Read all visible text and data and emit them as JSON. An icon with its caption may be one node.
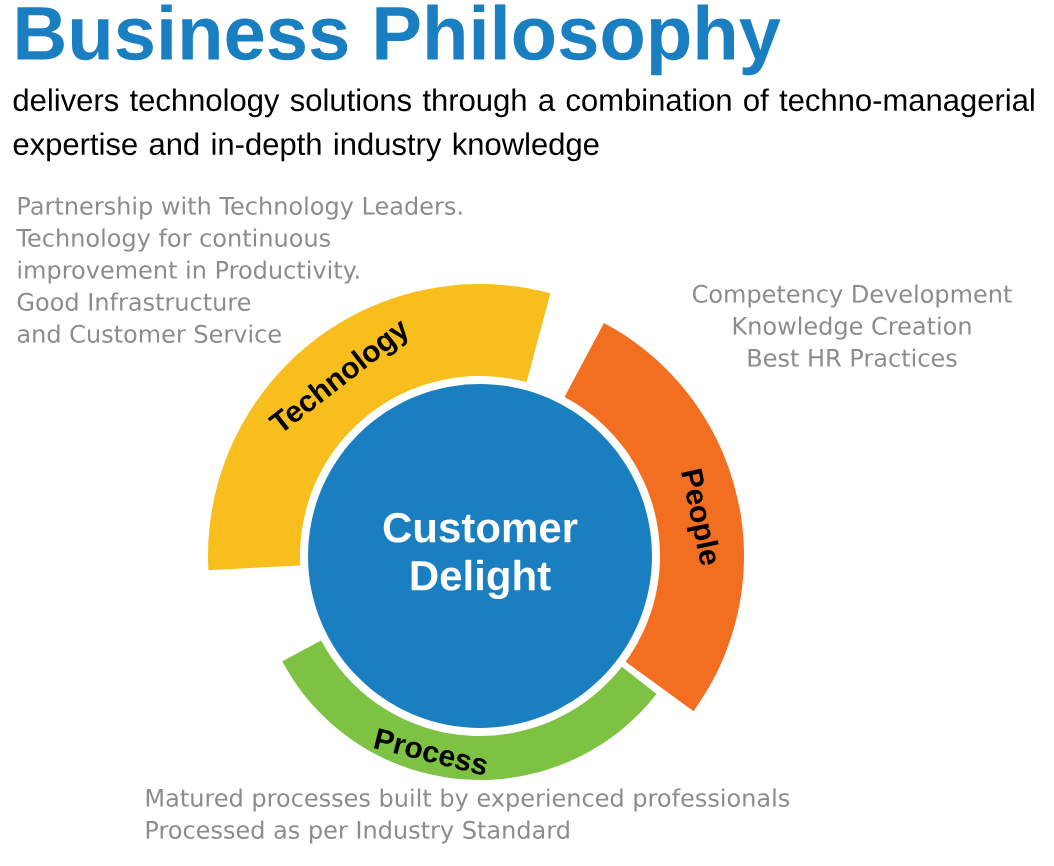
{
  "diagram": {
    "title": "Business Philosophy",
    "caption": "delivers technology solutions through a combination of techno-managerial expertise and in-depth industry knowledge",
    "nodes": [
      {
        "text": [
          "Technology"
        ],
        "beside": [
          "Partnership with Technology Leaders.",
          "Technology for continuous",
          "improvement in Productivity.",
          "Good Infrastructure",
          "and Customer Service"
        ]
      },
      {
        "text": [
          "People"
        ],
        "beside": [
          "Competency Development",
          "Knowledge Creation",
          "Best HR Practices"
        ]
      },
      {
        "text": [
          "Customer Delight"
        ]
      },
      {
        "text": [
          "Process"
        ],
        "beside": [
          "Matured processes built by experienced professionals",
          "Processed as per Industry Standard"
        ]
      }
    ]
  }
}
